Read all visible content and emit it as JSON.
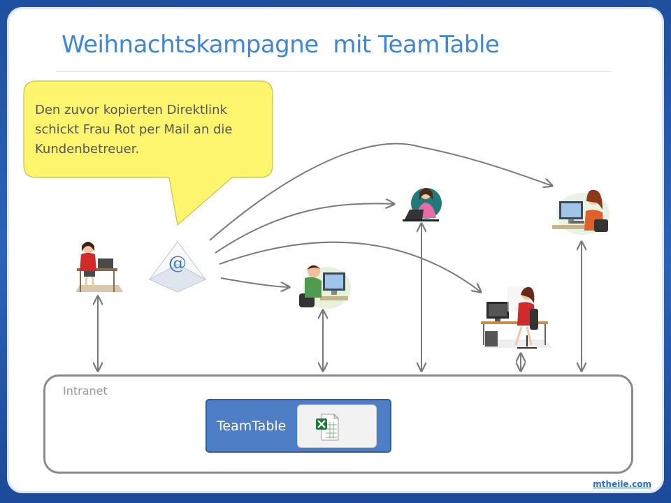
{
  "slide": {
    "title": "Weihnachtskampagne  mit TeamTable",
    "callout_text": "Den zuvor kopierten Direktlink schickt Frau Rot per Mail an die Kundenbetreuer.",
    "email_icon_symbol": "@",
    "intranet_label": "Intranet",
    "teamtable_label": "TeamTable",
    "footer_link": "mtheile.com"
  },
  "colors": {
    "title": "#3f86d6",
    "callout_fill": "#fdf56d",
    "teamtable_fill": "#4d7ec6",
    "arrow": "#7a7a7a",
    "background_frame": "#2a63b8"
  },
  "icons": {
    "sender": "woman-at-laptop-icon",
    "mail": "email-envelope-icon",
    "recipients": [
      "man-at-computer-icon",
      "woman-with-laptop-icon",
      "woman-at-desk-icon",
      "woman-at-workstation-icon"
    ],
    "spreadsheet": "excel-file-icon"
  }
}
